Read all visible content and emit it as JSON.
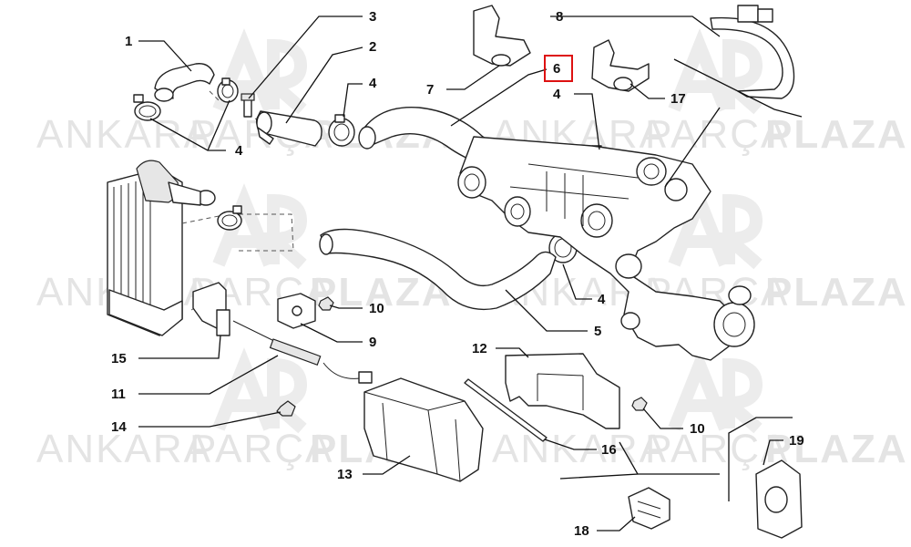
{
  "watermark": {
    "brand_left": "ANKARA",
    "brand_mid": "PARÇA",
    "brand_right": "PLAZA",
    "colors": {
      "text": "#e4e4e4",
      "logo": "#ececec"
    }
  },
  "highlight": {
    "callout": "6",
    "color": "#dd1111"
  },
  "callouts": [
    "1",
    "2",
    "3",
    "4",
    "4",
    "4",
    "4",
    "5",
    "6",
    "7",
    "8",
    "9",
    "10",
    "10",
    "11",
    "12",
    "13",
    "14",
    "15",
    "16",
    "17",
    "18",
    "19"
  ],
  "labels": {
    "c1": "1",
    "c2": "2",
    "c3": "3",
    "c4a": "4",
    "c4b": "4",
    "c4c": "4",
    "c4d": "4",
    "c5": "5",
    "c6": "6",
    "c7": "7",
    "c8": "8",
    "c9": "9",
    "c10a": "10",
    "c10b": "10",
    "c11": "11",
    "c12": "12",
    "c13": "13",
    "c14": "14",
    "c15": "15",
    "c16": "16",
    "c17": "17",
    "c18": "18",
    "c19": "19"
  }
}
